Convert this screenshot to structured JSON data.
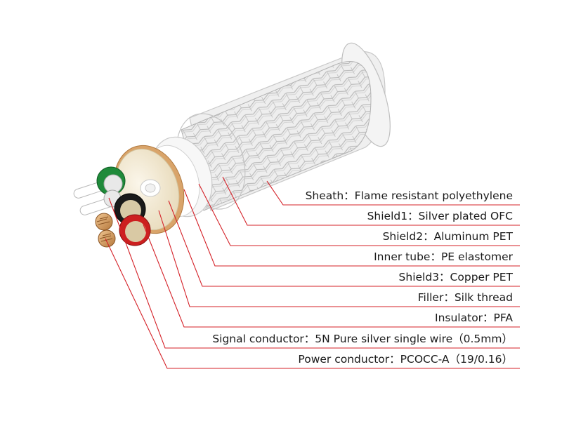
{
  "labels": [
    {
      "id": "sheath",
      "text": "Sheath：Flame resistant polyethylene"
    },
    {
      "id": "shield1",
      "text": "Shield1：Silver plated OFC"
    },
    {
      "id": "shield2",
      "text": "Shield2：Aluminum PET"
    },
    {
      "id": "inner-tube",
      "text": "Inner tube：PE elastomer"
    },
    {
      "id": "shield3",
      "text": "Shield3：Copper PET"
    },
    {
      "id": "filler",
      "text": "Filler：Silk thread"
    },
    {
      "id": "insulator",
      "text": "Insulator：PFA"
    },
    {
      "id": "signal-conductor",
      "text": "Signal conductor：5N Pure silver single wire（0.5mm）"
    },
    {
      "id": "power-conductor",
      "text": "Power conductor：PCOCC-A（19/0.16）"
    }
  ],
  "colors": {
    "leader_line": "#d42027",
    "braid": "#c9c9c9",
    "sheath": "#e6e6e6",
    "aluminum": "#d8d8d8",
    "copper_pet": "#d9a46a",
    "filler": "#f3e9d2",
    "insulator_green": "#1f8a3a",
    "insulator_black": "#1a1a1a",
    "insulator_red": "#cc1f1f",
    "copper_wire": "#c9803a"
  }
}
